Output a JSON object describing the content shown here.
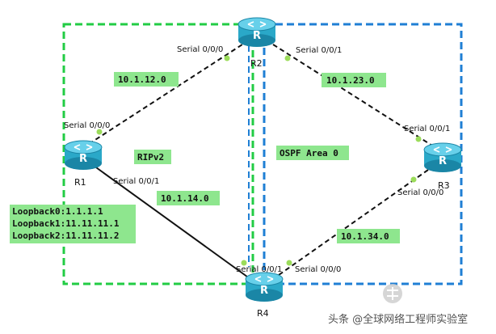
{
  "colors": {
    "rip_area": "#22cc44",
    "ospf_area": "#1f7fd4",
    "label_bg": "#8ee68e",
    "router_body": "#2aa8c8",
    "link": "#111111",
    "port_dot": "#9bdc5a"
  },
  "areas": {
    "rip": {
      "label": "RIPv2"
    },
    "ospf": {
      "label": "OSPF Area 0"
    }
  },
  "routers": {
    "r1": {
      "name": "R1",
      "icon": "router-icon"
    },
    "r2": {
      "name": "R2",
      "icon": "router-icon"
    },
    "r3": {
      "name": "R3",
      "icon": "router-icon"
    },
    "r4": {
      "name": "R4",
      "icon": "router-icon"
    }
  },
  "links": {
    "r1_r2": {
      "network": "10.1.12.0",
      "r1_port": "Serial 0/0/0",
      "r2_port": "Serial 0/0/0"
    },
    "r2_r3": {
      "network": "10.1.23.0",
      "r2_port": "Serial 0/0/1",
      "r3_port": "Serial 0/0/1"
    },
    "r1_r4": {
      "network": "10.1.14.0",
      "r1_port": "Serial 0/0/1",
      "r4_port": "Serial 0/0/1"
    },
    "r3_r4": {
      "network": "10.1.34.0",
      "r3_port": "Serial 0/0/0",
      "r4_port": "Serial 0/0/0"
    }
  },
  "loopbacks": [
    "Loopback0:1.1.1.1",
    "Loopback1:11.11.11.1",
    "Loopback2:11.11.11.2"
  ],
  "watermark": {
    "logo_text": "路由器",
    "caption": "头条 @全球网络工程师实验室"
  }
}
